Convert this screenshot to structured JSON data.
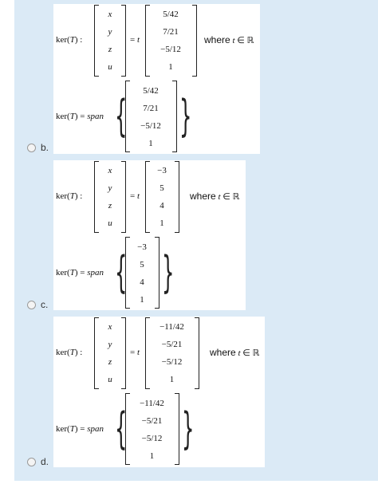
{
  "options": [
    {
      "label": "b.",
      "kernel_label": "ker(",
      "T": "T",
      "kernel_close": ") :",
      "variables": [
        "x",
        "y",
        "z",
        "u"
      ],
      "equals": "=",
      "t": "t",
      "vector": [
        "5/42",
        "7/21",
        "−5/12",
        "1"
      ],
      "where_text": "where",
      "where_t": "t",
      "in_symbol": "∈",
      "reals": "ℝ",
      "span_prefix": "ker(",
      "span_mid": ") =",
      "span_word": "span",
      "span_vector": [
        "5/42",
        "7/21",
        "−5/12",
        "1"
      ]
    },
    {
      "label": "c.",
      "kernel_label": "ker(",
      "T": "T",
      "kernel_close": ") :",
      "variables": [
        "x",
        "y",
        "z",
        "u"
      ],
      "equals": "=",
      "t": "t",
      "vector": [
        "−3",
        "5",
        "4",
        "1"
      ],
      "where_text": "where",
      "where_t": "t",
      "in_symbol": "∈",
      "reals": "ℝ",
      "span_prefix": "ker(",
      "span_mid": ") =",
      "span_word": "span",
      "span_vector": [
        "−3",
        "5",
        "4",
        "1"
      ]
    },
    {
      "label": "d.",
      "kernel_label": "ker(",
      "T": "T",
      "kernel_close": ") :",
      "variables": [
        "x",
        "y",
        "z",
        "u"
      ],
      "equals": "=",
      "t": "t",
      "vector": [
        "−11/42",
        "−5/21",
        "−5/12",
        "1"
      ],
      "where_text": "where",
      "where_t": "t",
      "in_symbol": "∈",
      "reals": "ℝ",
      "span_prefix": "ker(",
      "span_mid": ") =",
      "span_word": "span",
      "span_vector": [
        "−11/42",
        "−5/21",
        "−5/12",
        "1"
      ]
    }
  ]
}
